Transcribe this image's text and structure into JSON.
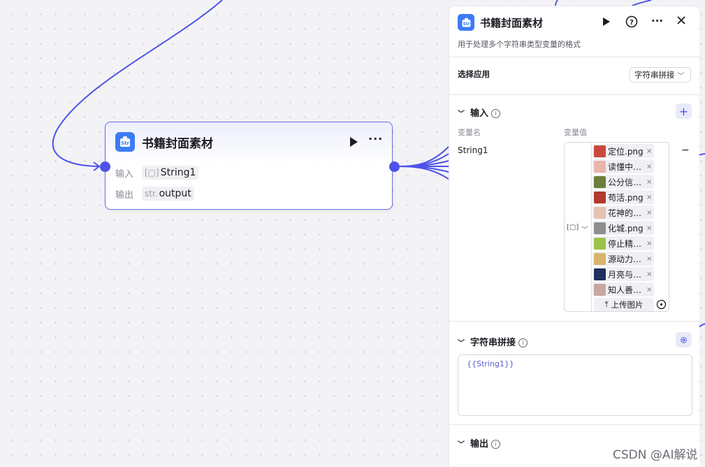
{
  "node": {
    "title": "书籍封面素材",
    "input_label": "输入",
    "input_type_icon": "array-bracket-icon",
    "input_value": "String1",
    "output_label": "输出",
    "output_type": "str.",
    "output_value": "output"
  },
  "panel": {
    "title": "书籍封面素材",
    "description": "用于处理多个字符串类型变量的格式",
    "select_app_label": "选择应用",
    "select_app_value": "字符串拼接",
    "input_section": "输入",
    "var_name_header": "变量名",
    "var_value_header": "变量值",
    "var_name": "String1",
    "files": [
      {
        "name": "定位.png",
        "thumb": "#c94a3d"
      },
      {
        "name": "读懂中…",
        "thumb": "#e9b5ad"
      },
      {
        "name": "公分信…",
        "thumb": "#6d7d3a"
      },
      {
        "name": "苟活.png",
        "thumb": "#b33a2e"
      },
      {
        "name": "花神的…",
        "thumb": "#e6c2b3"
      },
      {
        "name": "化城.png",
        "thumb": "#8f8f8f"
      },
      {
        "name": "停止精…",
        "thumb": "#9bc24a"
      },
      {
        "name": "源动力…",
        "thumb": "#d8b46a"
      },
      {
        "name": "月亮与…",
        "thumb": "#1e2f5c"
      },
      {
        "name": "知人善…",
        "thumb": "#c9a6a0"
      }
    ],
    "upload_label": "上传图片",
    "concat_section": "字符串拼接",
    "template_value": "{{String1}}",
    "output_section": "输出"
  },
  "watermark": "CSDN @AI解说",
  "colors": {
    "accent": "#4d53e8",
    "node_icon": "#3d7bf5"
  }
}
